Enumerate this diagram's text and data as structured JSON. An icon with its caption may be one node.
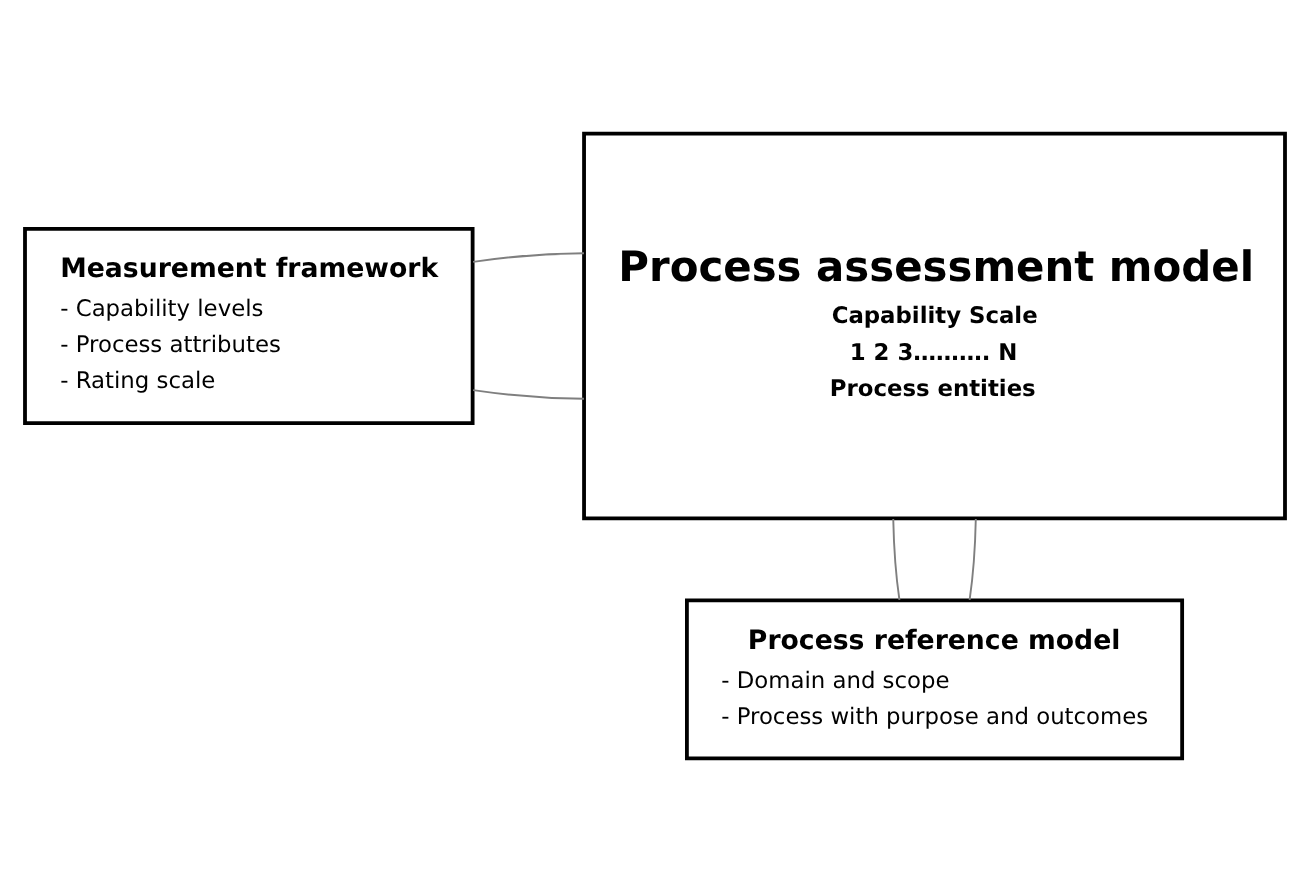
{
  "diagram": {
    "nodes": [
      {
        "text": [
          "Measurement framework",
          "- Capability levels",
          "- Process attributes",
          "- Rating scale"
        ]
      },
      {
        "text": [
          "Process assessment model",
          "Capability Scale",
          "1 2 3………. N",
          "Process entities"
        ]
      },
      {
        "text": [
          "Process reference model",
          "- Domain and scope",
          "- Process with purpose and outcomes"
        ]
      }
    ],
    "edges": [
      {
        "from": 0,
        "to": 1,
        "arrow": "none"
      },
      {
        "from": 0,
        "to": 1,
        "arrow": "none"
      },
      {
        "from": 2,
        "to": 1,
        "arrow": "none"
      },
      {
        "from": 2,
        "to": 1,
        "arrow": "none"
      }
    ]
  }
}
